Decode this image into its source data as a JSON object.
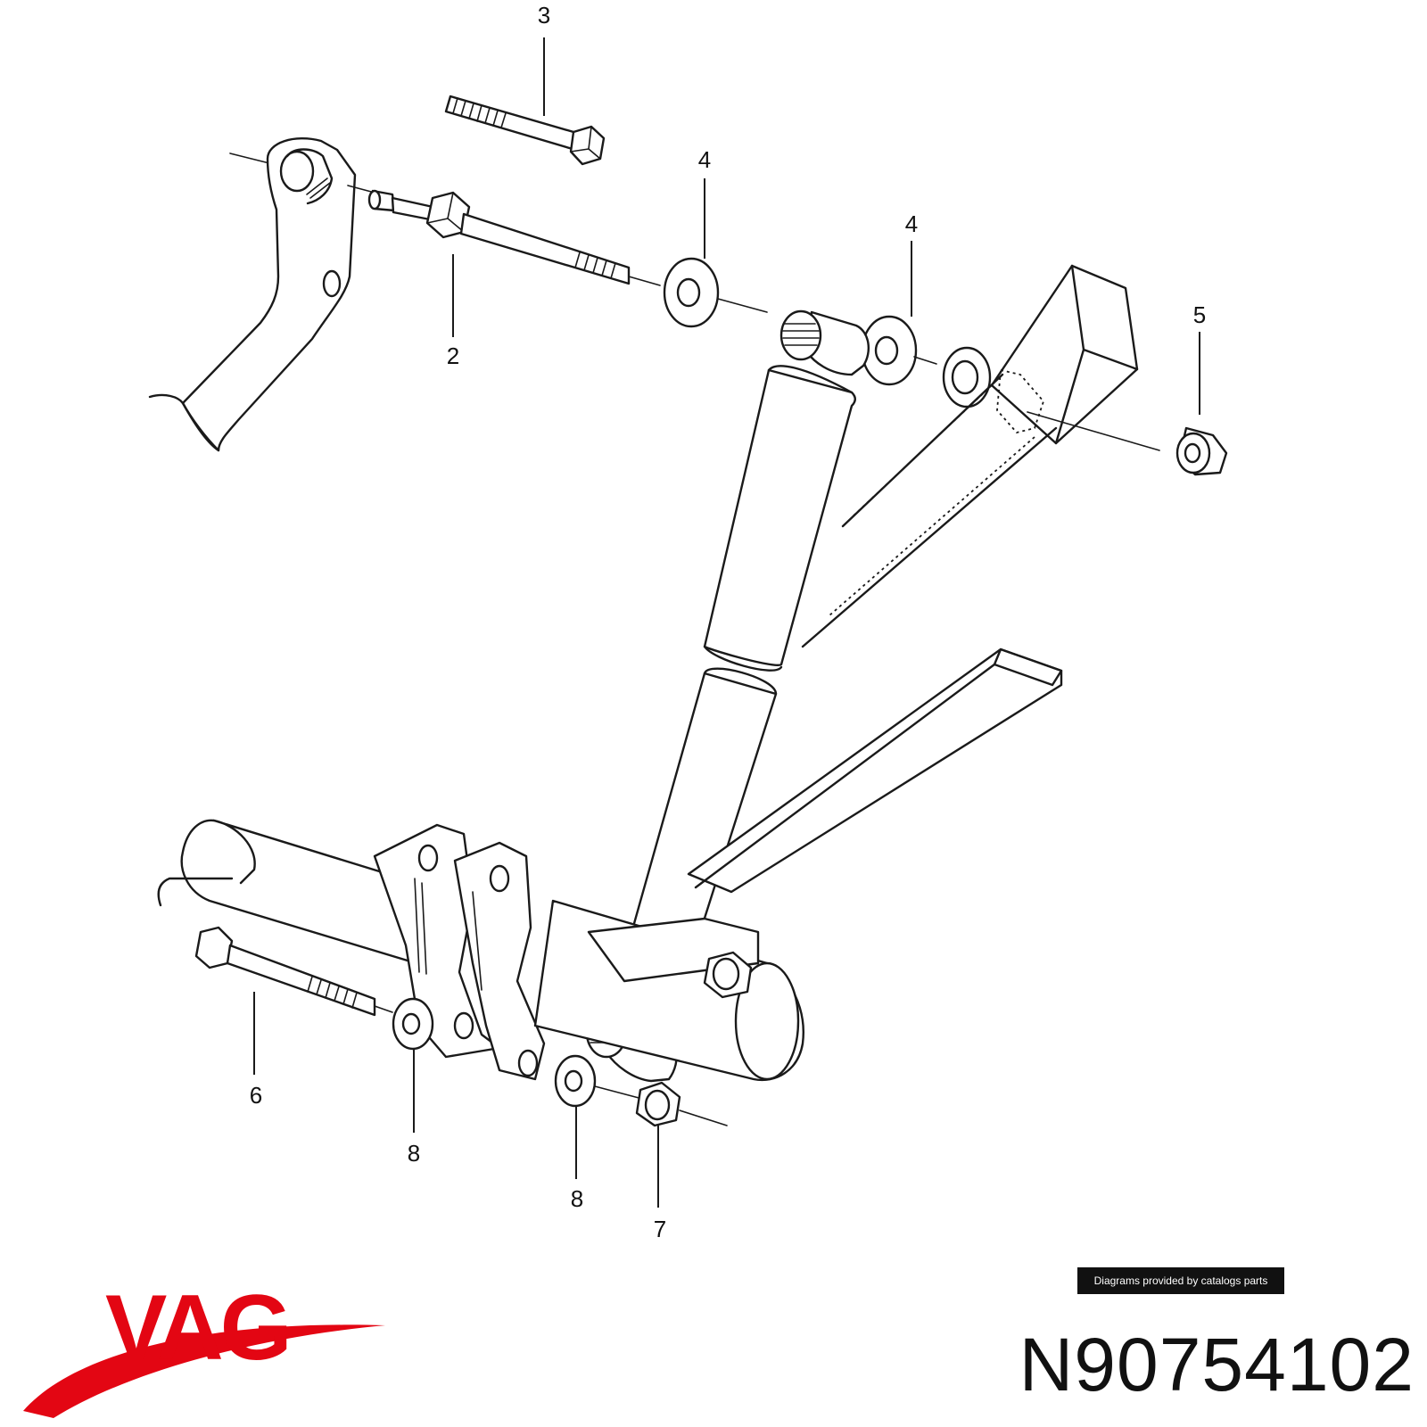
{
  "diagram": {
    "callouts": [
      {
        "id": "c3",
        "text": "3"
      },
      {
        "id": "c4a",
        "text": "4"
      },
      {
        "id": "c4b",
        "text": "4"
      },
      {
        "id": "c5",
        "text": "5"
      },
      {
        "id": "c2",
        "text": "2"
      },
      {
        "id": "c6",
        "text": "6"
      },
      {
        "id": "c8a",
        "text": "8"
      },
      {
        "id": "c8b",
        "text": "8"
      },
      {
        "id": "c7",
        "text": "7"
      }
    ]
  },
  "credit": {
    "text": "Diagrams provided by catalogs parts",
    "background": "#111111"
  },
  "brand": {
    "name": "VAG",
    "color": "#e30613"
  },
  "part_number": "N90754102"
}
